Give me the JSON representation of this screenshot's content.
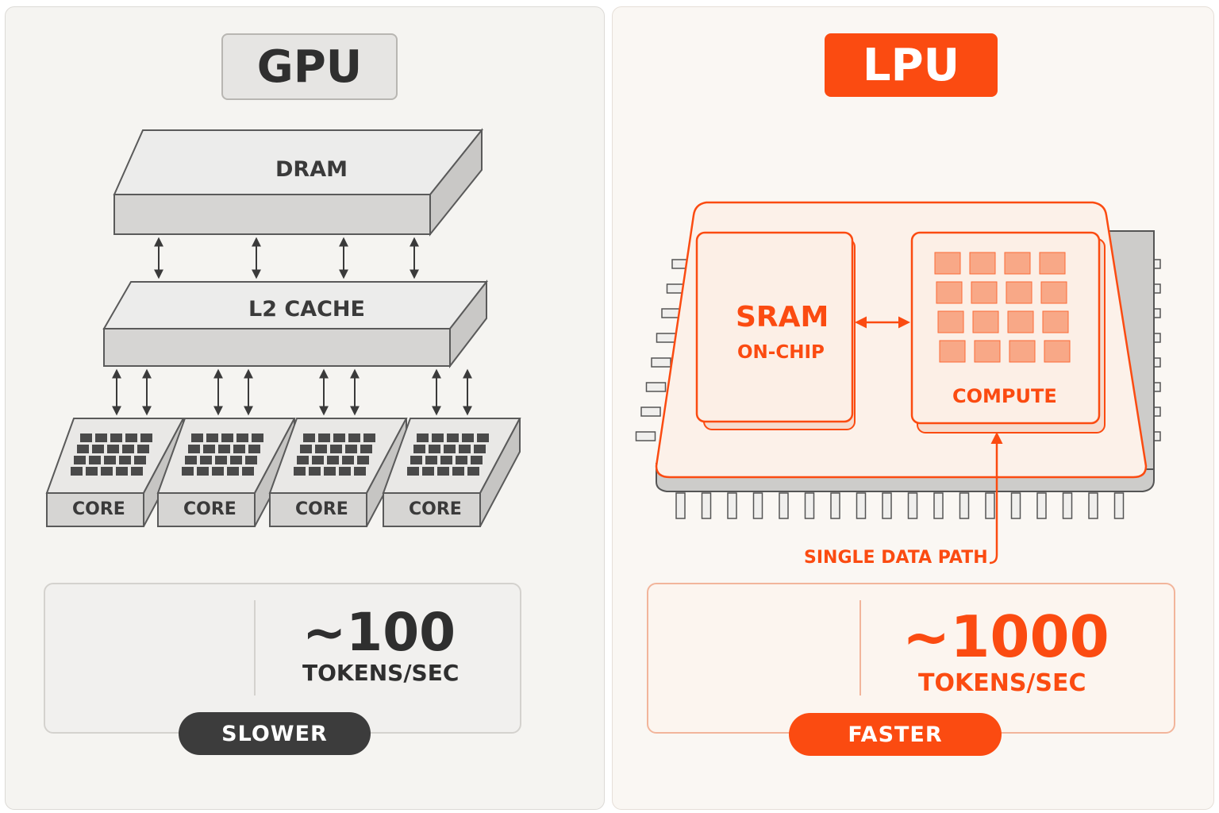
{
  "gpu": {
    "title": "GPU",
    "dram_label": "DRAM",
    "cache_label": "L2 CACHE",
    "core_label": "CORE",
    "speed_value": "~100",
    "speed_unit": "TOKENS/SEC",
    "verdict": "SLOWER",
    "accent_color": "#3c3c3c"
  },
  "lpu": {
    "title": "LPU",
    "sram_label": "SRAM",
    "sram_sublabel": "ON-CHIP",
    "compute_label": "COMPUTE",
    "data_path_label": "SINGLE DATA PATH",
    "speed_value": "~1000",
    "speed_unit": "TOKENS/SEC",
    "verdict": "FASTER",
    "accent_color": "#fb4b11"
  },
  "icons": [
    "speedometer-icon"
  ]
}
